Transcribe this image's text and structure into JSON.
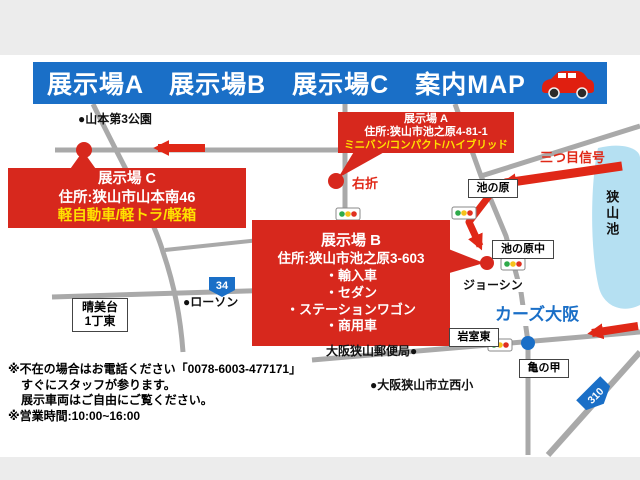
{
  "colors": {
    "header_blue": "#1a6fc7",
    "callout_red": "#d7281d",
    "arrow_red": "#e02817",
    "highlight_yellow": "#ffe100",
    "road_gray": "#a9a9a9",
    "pond_blue": "#b5e0f2"
  },
  "header": {
    "title": "展示場A　展示場B　展示場C　案内MAP",
    "car_icon": "red-car-icon"
  },
  "callouts": {
    "a": {
      "title": "展示場 A",
      "address": "住所:狭山市池之原4-81-1",
      "vehicles": "ミニバン/コンパクト/ハイブリッド"
    },
    "b": {
      "title": "展示場 B",
      "address": "住所:狭山市池之原3-603",
      "items": [
        "・輸入車",
        "・セダン",
        "・ステーションワゴン",
        "・商用車"
      ]
    },
    "c": {
      "title": "展示場 C",
      "address": "住所:狭山市山本南46",
      "vehicles": "軽自動車/軽トラ/軽箱"
    }
  },
  "labels": {
    "park": "●山本第3公園",
    "third_signal": "三つ目信号",
    "turn_right": "右折",
    "ikenohara": "池の原",
    "ikenohara_naka": "池の原中",
    "sayama_lake": "狭山池",
    "joshin": "ジョーシン",
    "cars_osaka": "カーズ大阪",
    "harumidai_line1": "晴美台",
    "harumidai_line2": "1丁東",
    "lawson": "●ローソン",
    "post_office": "大阪狭山郵便局●",
    "iwamuro_higashi": "岩室東",
    "kame_no_ko": "亀の甲",
    "nishi_elementary": "●大阪狭山市立西小",
    "route_34": "34",
    "route_310": "310"
  },
  "notes": {
    "line1": "※不在の場合はお電話ください「0078-6003-477171」",
    "line2": "すぐにスタッフが参ります。",
    "line3": "展示車両はご自由にご覧ください。",
    "line4": "※営業時間:10:00~16:00"
  }
}
